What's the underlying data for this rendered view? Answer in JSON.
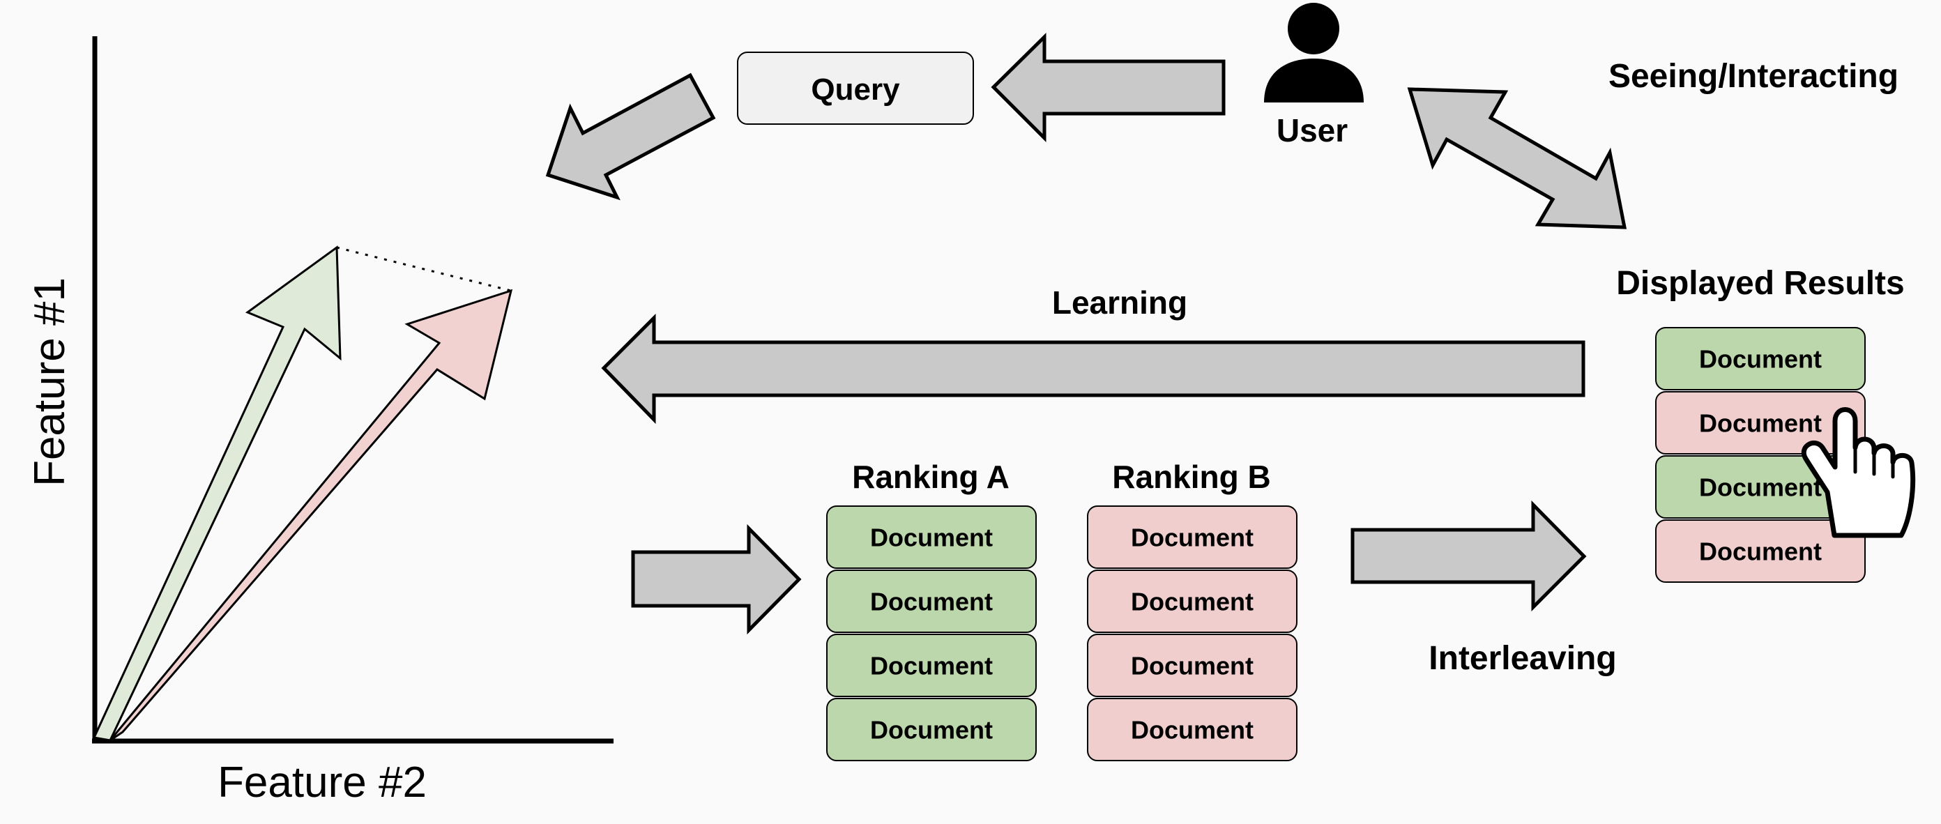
{
  "labels": {
    "query": "Query",
    "user": "User",
    "seeing_interacting": "Seeing/Interacting",
    "displayed_results": "Displayed Results",
    "learning": "Learning",
    "ranking_a": "Ranking A",
    "ranking_b": "Ranking B",
    "interleaving": "Interleaving",
    "feature_1": "Feature #1",
    "feature_2": "Feature #2"
  },
  "ranking_a": [
    "Document",
    "Document",
    "Document",
    "Document"
  ],
  "ranking_b": [
    "Document",
    "Document",
    "Document",
    "Document"
  ],
  "displayed_results": [
    {
      "label": "Document",
      "source": "a"
    },
    {
      "label": "Document",
      "source": "b"
    },
    {
      "label": "Document",
      "source": "a"
    },
    {
      "label": "Document",
      "source": "b"
    }
  ],
  "colors": {
    "background": "#fafafa",
    "arrow_fill": "#c9c9c9",
    "ranking_a_fill": "#bcd7ab",
    "ranking_b_fill": "#efcecd",
    "query_fill": "#f1f1f1",
    "vector_a_fill": "#dfebd8",
    "vector_b_fill": "#f2d2d1",
    "stroke": "#000000"
  },
  "icons": {
    "user": "user-icon",
    "pointer": "hand-pointer-icon"
  }
}
